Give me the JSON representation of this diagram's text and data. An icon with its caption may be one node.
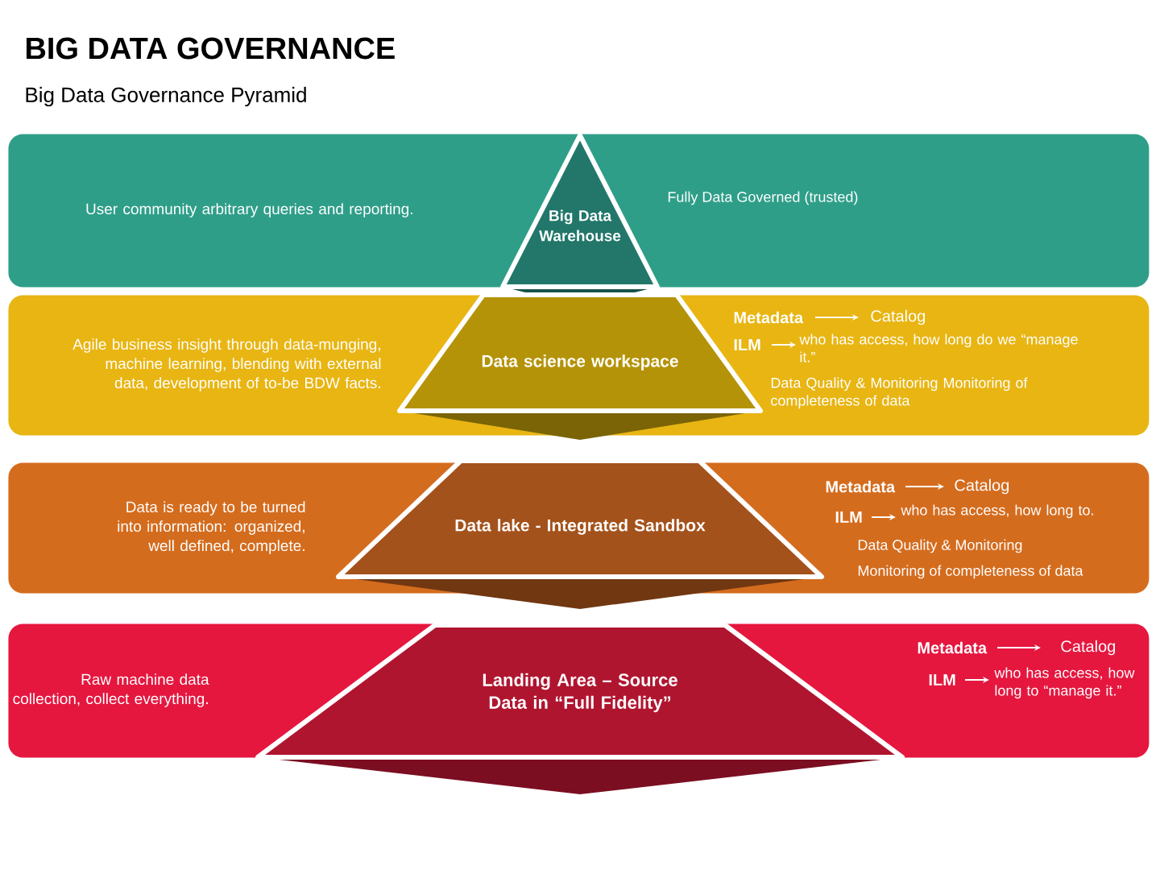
{
  "diagram": {
    "title": "BIG DATA GOVERNANCE",
    "nodes": [
      {
        "text": [
          "User community arbitrary queries and reporting.",
          "Fully Data Governed (trusted)"
        ]
      },
      {
        "text": [
          "Big Data Warehouse"
        ],
        "in": 0
      },
      {
        "text": [
          "Agile business insight through data-munging, machine learning, blending with external data, development of to-be BDW facts.",
          "Metadata",
          "Catalog",
          "ILM",
          "who has access, how long do we “manage it.”",
          "Data Quality & Monitoring Monitoring of completeness of data"
        ]
      },
      {
        "text": [
          "Data science workspace"
        ],
        "in": 2
      },
      {
        "text": [
          "Data is ready to be turned into information: organized, well defined, complete.",
          "Metadata",
          "Catalog",
          "ILM",
          "who has access, how long to.",
          "Data Quality & Monitoring",
          "Monitoring of completeness of data"
        ]
      },
      {
        "text": [
          "Data lake - Integrated Sandbox"
        ],
        "in": 4
      },
      {
        "text": [
          "Raw machine data collection, collect everything.",
          "Metadata",
          "Catalog",
          "ILM",
          "who has access, how long to “manage it.”"
        ]
      },
      {
        "text": [
          "Landing Area – Source Data in “Full Fidelity”"
        ],
        "in": 6
      }
    ],
    "labels": [
      "Big Data Governance Pyramid"
    ]
  }
}
